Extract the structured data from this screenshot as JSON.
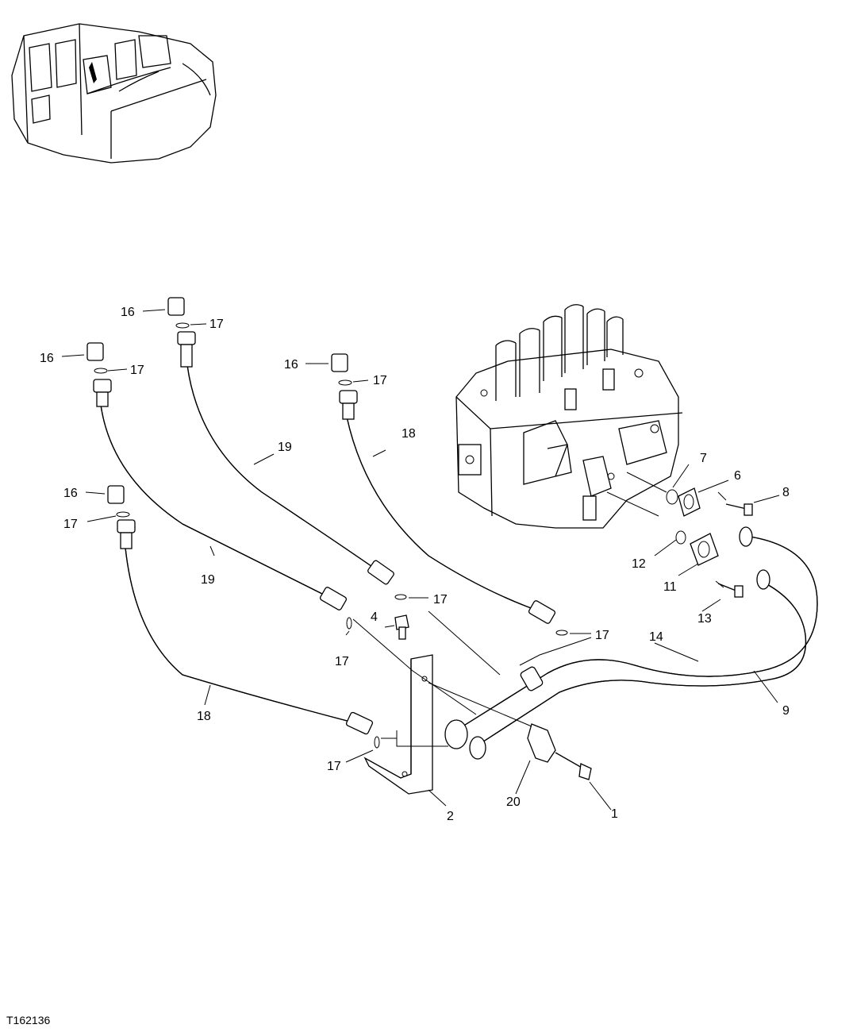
{
  "figure_id": "T162136",
  "callouts": {
    "c1": "1",
    "c2": "2",
    "c4": "4",
    "c6": "6",
    "c7": "7",
    "c8": "8",
    "c9": "9",
    "c11": "11",
    "c12": "12",
    "c13": "13",
    "c14": "14",
    "c20": "20",
    "c16": "16",
    "c17": "17",
    "c18": "18",
    "c19": "19"
  }
}
